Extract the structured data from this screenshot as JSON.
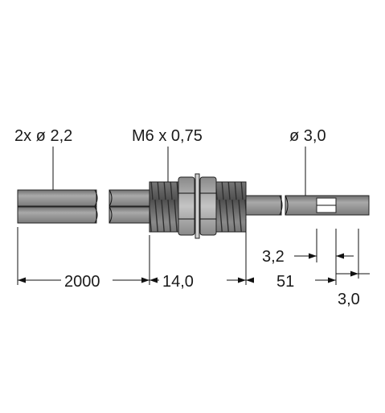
{
  "labels": {
    "cable_diameter": "2x ø 2,2",
    "thread": "M6 x 0,75",
    "tip_diameter": "ø 3,0"
  },
  "dimensions": {
    "cable_length": "2000",
    "thread_length": "14,0",
    "probe_length": "51",
    "window_width": "3,2",
    "tip_offset": "3,0"
  },
  "colors": {
    "cable": "#8e8e8e",
    "thread": "#6b6b6b",
    "nut": "#a5a5a5",
    "line": "#111111"
  }
}
